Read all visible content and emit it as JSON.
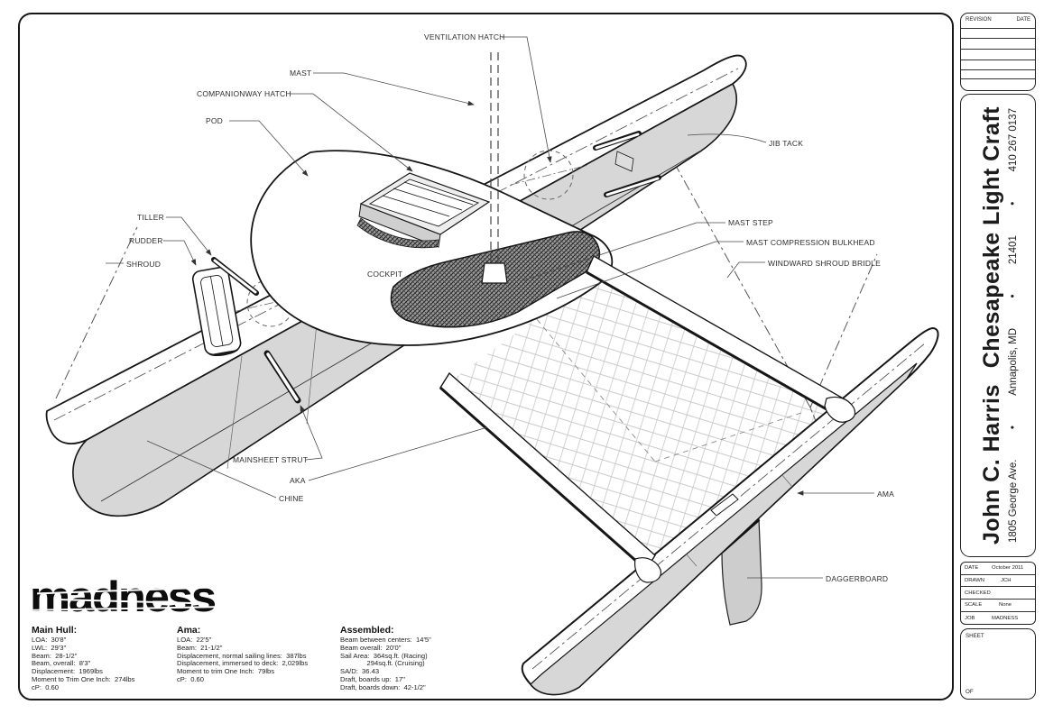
{
  "drawing": {
    "callouts": {
      "ventilation_hatch": "VENTILATION HATCH",
      "mast": "MAST",
      "companionway_hatch": "COMPANIONWAY HATCH",
      "pod": "POD",
      "tiller": "TILLER",
      "rudder": "RUDDER",
      "shroud": "SHROUD",
      "jib_tack": "JIB TACK",
      "mast_step": "MAST STEP",
      "mast_compression_bulkhead": "MAST COMPRESSION BULKHEAD",
      "windward_shroud_bridle": "WINDWARD SHROUD BRIDLE",
      "cockpit": "COCKPIT",
      "mainsheet_strut": "MAINSHEET STRUT",
      "aka": "AKA",
      "chine": "CHINE",
      "ama": "AMA",
      "daggerboard": "DAGGERBOARD"
    }
  },
  "logo": {
    "text": "madness"
  },
  "specs": {
    "main_hull": {
      "title": "Main Hull:",
      "lines": [
        "LOA:  30'8\"",
        "LWL:  29'3\"",
        "Beam:  28-1/2\"",
        "Beam, overall:  8'3\"",
        "Displacement:  1969lbs",
        "Moment to Trim One Inch:  274lbs",
        "cP:  0.60"
      ]
    },
    "ama": {
      "title": "Ama:",
      "lines": [
        "LOA:  22'5\"",
        "Beam:  21-1/2\"",
        "Displacement, normal sailing lines:  387lbs",
        "Displacement, immersed to deck:  2,029lbs",
        "Moment to trim One Inch:  79lbs",
        "cP:  0.60"
      ]
    },
    "assembled": {
      "title": "Assembled:",
      "lines": [
        "Beam between centers:  14'5\"",
        "Beam overall:  20'0\"",
        "Sail Area:  364sq.ft. (Racing)",
        "              294sq.ft. (Cruising)",
        "SA/D:  36.43",
        "Draft, boards up:  17\"",
        "Draft, boards down:  42-1/2\""
      ]
    }
  },
  "title_block": {
    "revision_table": {
      "revision": "REVISION",
      "date": "DATE"
    },
    "designer": {
      "name": "John C. Harris",
      "company": "Chesapeake Light Craft",
      "address": "1805 George Ave.",
      "city": "Annapolis, MD",
      "zip": "21401",
      "phone": "410 267 0137",
      "separator": "•"
    },
    "info_table": {
      "rows": [
        {
          "label": "DATE",
          "value": "October 2011"
        },
        {
          "label": "DRAWN",
          "value": "JCH"
        },
        {
          "label": "CHECKED",
          "value": ""
        },
        {
          "label": "SCALE",
          "value": "None"
        },
        {
          "label": "JOB",
          "value": "MADNESS"
        }
      ]
    },
    "sheet_box": {
      "sheet": "SHEET",
      "of": "OF"
    }
  }
}
